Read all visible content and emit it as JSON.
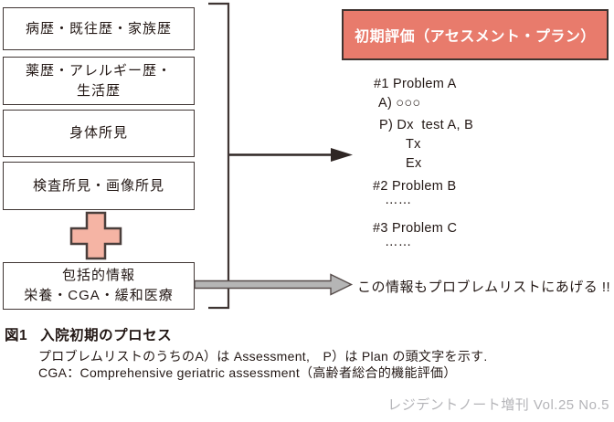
{
  "source_boxes": [
    {
      "lines": [
        "病歴・既往歴・家族歴"
      ]
    },
    {
      "lines": [
        "薬歴・アレルギー歴・",
        "生活歴"
      ]
    },
    {
      "lines": [
        "身体所見"
      ]
    },
    {
      "lines": [
        "検査所見・画像所見"
      ]
    },
    {
      "lines": [
        "包括的情報",
        "栄養・CGA・緩和医療"
      ]
    }
  ],
  "assessment_header": {
    "label": "初期評価（アセスメント・プラン）"
  },
  "problem_list": {
    "lines": [
      "#1 Problem A",
      "A) ○○○",
      "P) Dx  test A, B",
      "Tx",
      "Ex",
      "#2 Problem B",
      "……",
      "#3 Problem C",
      "……"
    ]
  },
  "gray_arrow_note": "この情報もプロブレムリストにあげる !!",
  "caption": {
    "figure_label": "図1",
    "figure_title": "入院初期のプロセス",
    "note1": "プロブレムリストのうちのA）は Assessment,　P）は Plan の頭文字を示す.",
    "note2": "CGA：Comprehensive geriatric assessment（高齢者総合的機能評価）"
  },
  "footer": {
    "credit": "レジデントノート増刊 Vol.25 No.5"
  },
  "colors": {
    "accent_salmon": "#e87b6c",
    "cross_pink": "#f5b4a4",
    "arrow_gray": "#b5b5b5",
    "line_dark": "#3f3533",
    "text_dark": "#231815",
    "footer_gray": "#b4b4b8"
  }
}
